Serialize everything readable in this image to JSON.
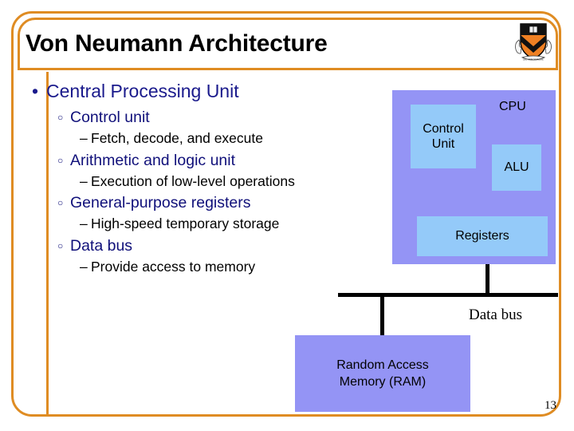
{
  "slide": {
    "title": "Von Neumann Architecture",
    "page_number": "13",
    "logo_name": "princeton-shield-logo",
    "frame_color": "#df8c23",
    "title_color": "#000000"
  },
  "content": {
    "bullets": [
      {
        "level": 1,
        "marker": "•",
        "text": "Central Processing Unit",
        "color": "#1a1a8c"
      },
      {
        "level": 2,
        "marker": "○",
        "text": "Control unit",
        "color": "#10107a"
      },
      {
        "level": 3,
        "marker": "–",
        "text": "Fetch, decode, and execute",
        "color": "#000000"
      },
      {
        "level": 2,
        "marker": "○",
        "text": "Arithmetic and logic unit",
        "color": "#10107a"
      },
      {
        "level": 3,
        "marker": "–",
        "text": "Execution of low-level operations",
        "color": "#000000"
      },
      {
        "level": 2,
        "marker": "○",
        "text": "General-purpose registers",
        "color": "#10107a"
      },
      {
        "level": 3,
        "marker": "–",
        "text": "High-speed temporary storage",
        "color": "#000000"
      },
      {
        "level": 2,
        "marker": "○",
        "text": "Data bus",
        "color": "#10107a"
      },
      {
        "level": 3,
        "marker": "–",
        "text": "Provide access to memory",
        "color": "#000000"
      }
    ]
  },
  "diagram": {
    "cpu": {
      "label": "CPU",
      "fill": "#9494f5",
      "units": [
        {
          "name": "control-unit",
          "line1": "Control",
          "line2": "Unit",
          "fill": "#94caf9"
        },
        {
          "name": "alu-unit",
          "line1": "ALU",
          "line2": "",
          "fill": "#94caf9"
        },
        {
          "name": "registers-unit",
          "line1": "Registers",
          "line2": "",
          "fill": "#94caf9"
        }
      ]
    },
    "memory": {
      "line1": "Random Access",
      "line2": "Memory (RAM)",
      "fill": "#9494f5"
    },
    "bus": {
      "label": "Data bus",
      "color": "#000000"
    }
  }
}
